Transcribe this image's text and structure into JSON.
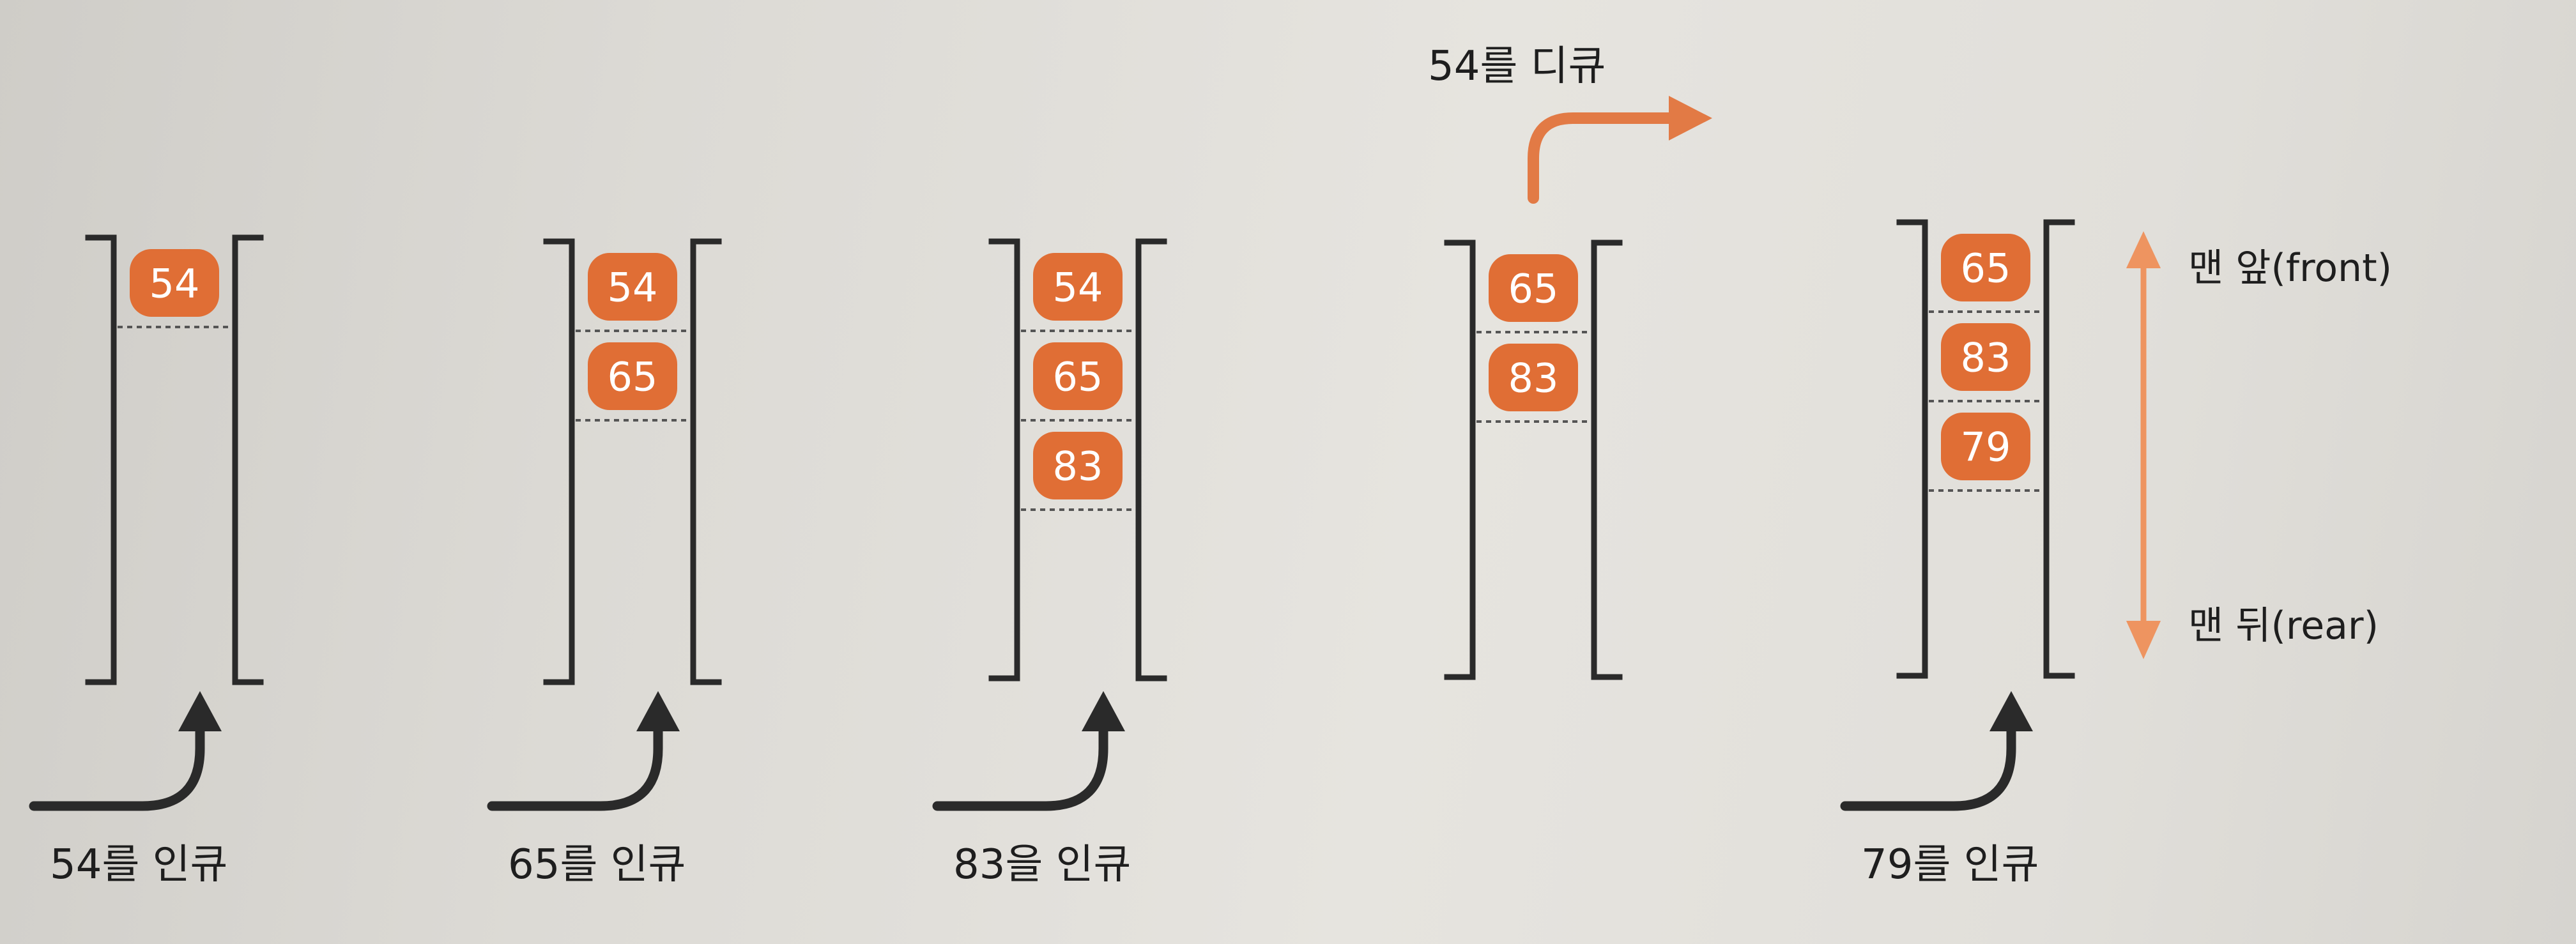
{
  "queue_states": [
    {
      "items": [
        "54"
      ],
      "caption": "54를 인큐",
      "operation": "enqueue"
    },
    {
      "items": [
        "54",
        "65"
      ],
      "caption": "65를 인큐",
      "operation": "enqueue"
    },
    {
      "items": [
        "54",
        "65",
        "83"
      ],
      "caption": "83을 인큐",
      "operation": "enqueue"
    },
    {
      "items": [
        "65",
        "83"
      ],
      "caption": "54를 디큐",
      "operation": "dequeue"
    },
    {
      "items": [
        "65",
        "83",
        "79"
      ],
      "caption": "79를 인큐",
      "operation": "enqueue"
    }
  ],
  "axis": {
    "front_label": "맨 앞(front)",
    "rear_label": "맨 뒤(rear)"
  },
  "colors": {
    "item_fill": "#e06e35",
    "dequeue_arrow": "#e27a45",
    "axis_arrow": "#ee9460",
    "bracket": "#2a2a2a"
  },
  "icons": {
    "enqueue": "curved-up-arrow-icon",
    "dequeue": "curved-right-arrow-icon",
    "axis": "double-headed-vertical-arrow-icon"
  }
}
